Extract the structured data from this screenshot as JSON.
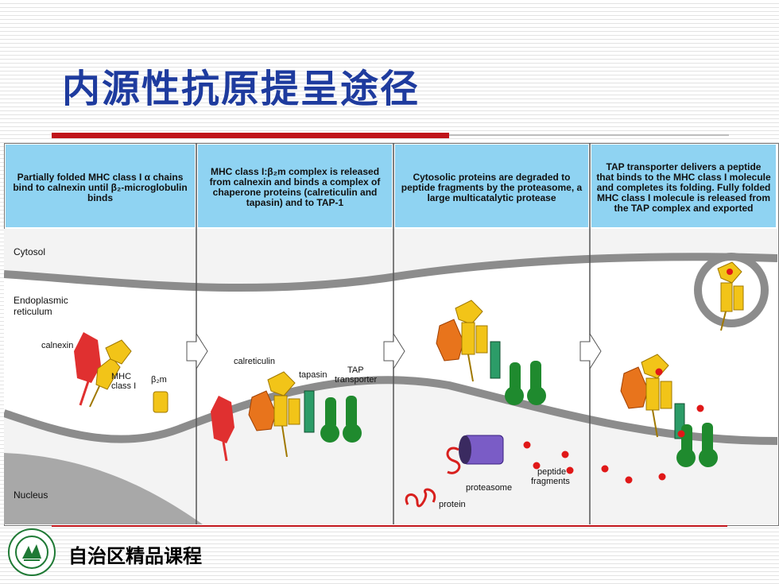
{
  "title": "内源性抗原提呈途径",
  "footer": "自治区精品课程",
  "captions": [
    "Partially folded MHC class I α chains bind to calnexin until β₂-microglobulin binds",
    "MHC class I:β₂m complex is released from calnexin and binds a complex of chaperone proteins (calreticulin and tapasin) and to TAP-1",
    "Cytosolic proteins are degraded to peptide fragments by the proteasome, a large multicatalytic protease",
    "TAP transporter delivers a peptide that binds to the MHC class I molecule and completes its folding. Fully folded MHC class I molecule is released from the TAP complex and exported"
  ],
  "labels": {
    "cytosol": "Cytosol",
    "er_line1": "Endoplasmic",
    "er_line2": "reticulum",
    "nucleus": "Nucleus",
    "calnexin": "calnexin",
    "mhc_line1": "MHC",
    "mhc_line2": "class I",
    "b2m": "β₂m",
    "calreticulin": "calreticulin",
    "tapasin": "tapasin",
    "tap_line1": "TAP",
    "tap_line2": "transporter",
    "proteasome": "proteasome",
    "peptide_line1": "peptide",
    "peptide_line2": "fragments",
    "protein": "protein"
  },
  "colors": {
    "title": "#1e3b9e",
    "accent_red": "#c0141a",
    "caption_bg": "#8fd3f2",
    "membrane": "#8c8c8c",
    "er_lumen": "#ffffff",
    "cytosol_bg": "#f3f3f3",
    "nucleus": "#a8a8a8",
    "calnexin": "#e03030",
    "mhc_yellow": "#f2c418",
    "calreticulin": "#e8741c",
    "tapasin": "#2c9c68",
    "tap": "#1f8a2e",
    "proteasome": "#7a5cc6",
    "peptide": "#e01818"
  }
}
